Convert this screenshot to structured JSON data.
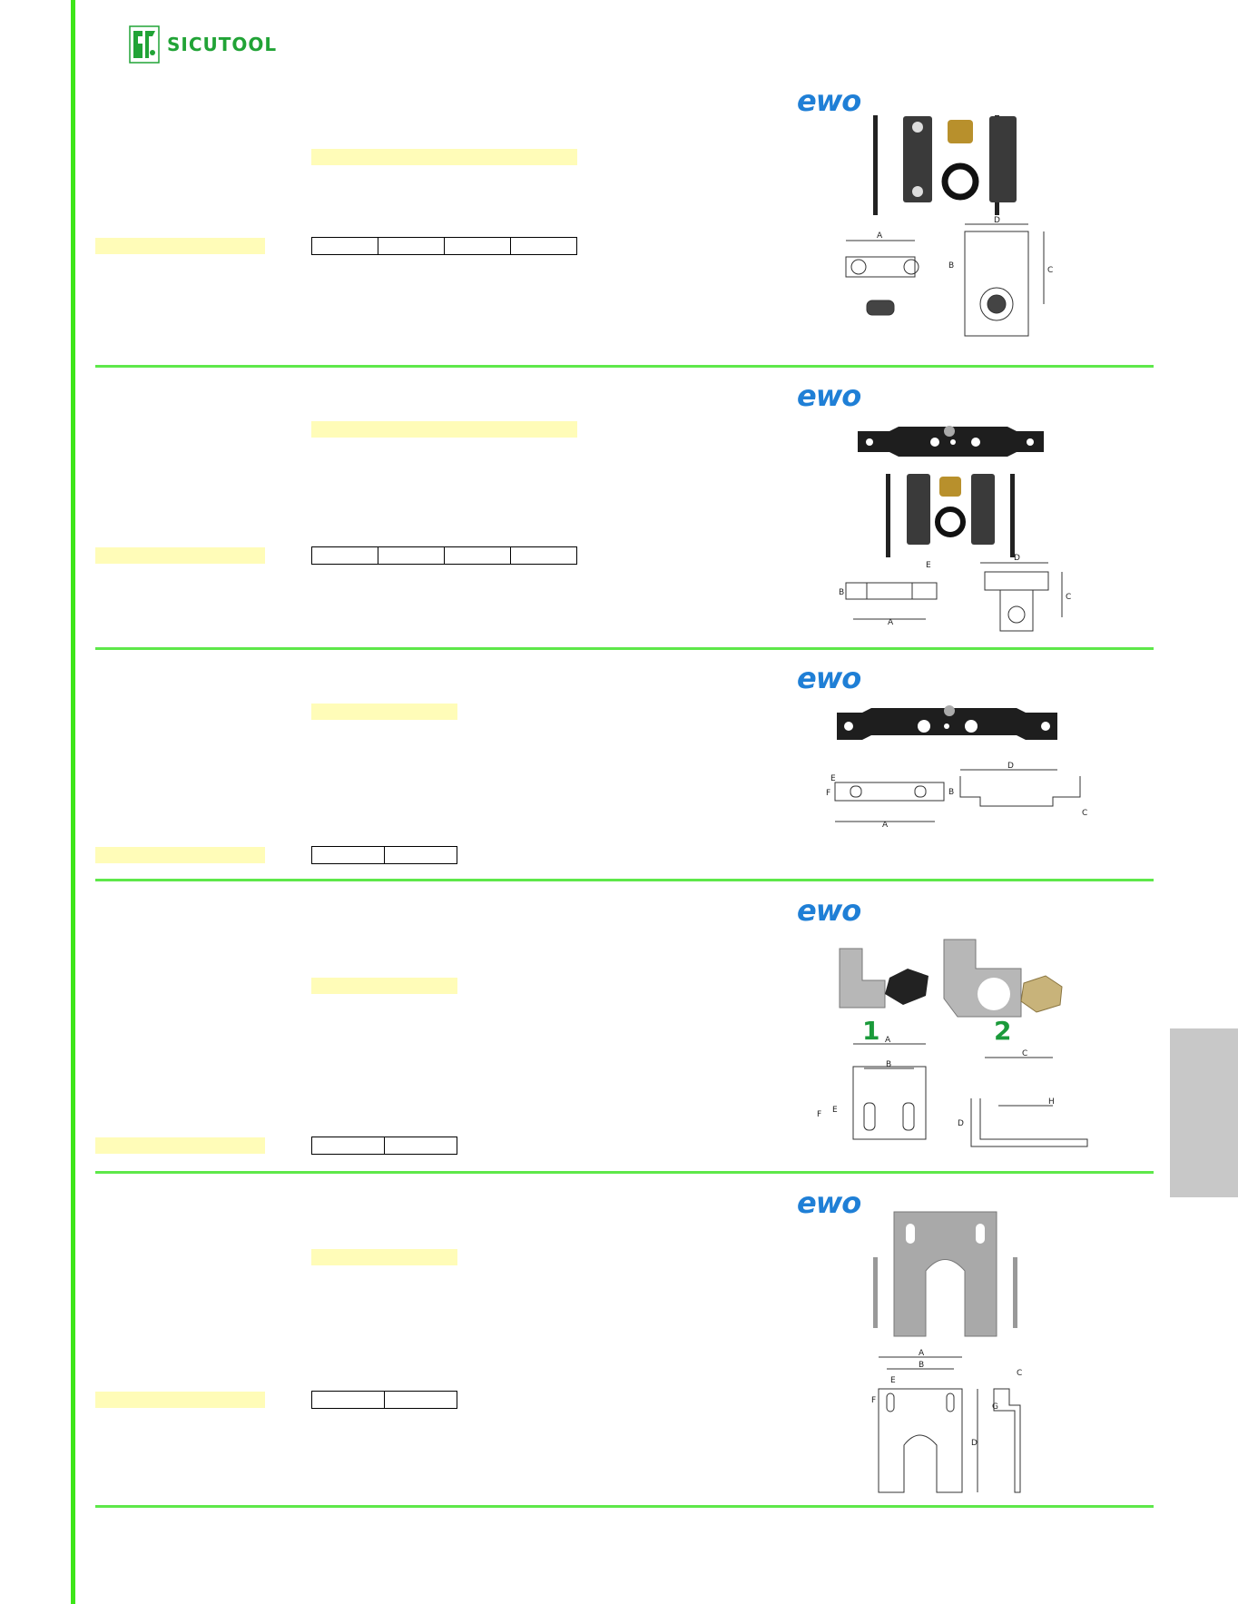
{
  "header": {
    "logo_text": "SICUTOOL"
  },
  "brand_label": "ewo",
  "figure_labels": [
    "1",
    "2"
  ],
  "dimension_letters": [
    "A",
    "B",
    "C",
    "D",
    "E",
    "F",
    "G",
    "H"
  ],
  "side_tab": {
    "color": "#c8c8c8"
  },
  "accent_colors": {
    "rule": "#5ee84a",
    "highlight": "#fffcb8",
    "brand": "#1f7fd6",
    "logo": "#21a336"
  }
}
